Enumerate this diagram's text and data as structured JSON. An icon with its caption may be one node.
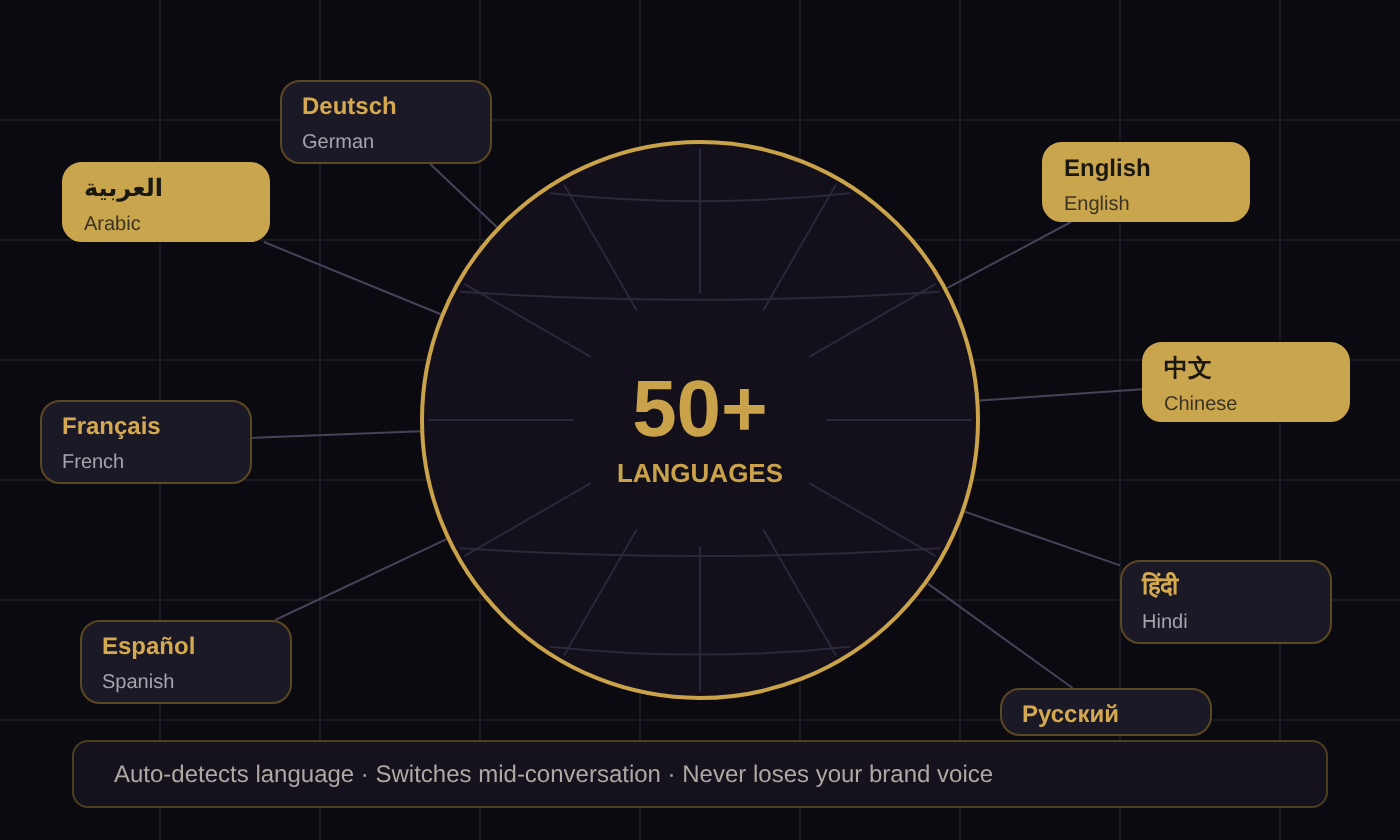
{
  "diagram": {
    "nodes": [
      {
        "text": [
          "50+",
          "LANGUAGES"
        ]
      },
      {
        "text": [
          "Deutsch",
          "German"
        ]
      },
      {
        "text": [
          "English",
          "English"
        ]
      },
      {
        "text": [
          "العربية",
          "Arabic"
        ]
      },
      {
        "text": [
          "中文",
          "Chinese"
        ]
      },
      {
        "text": [
          "Français",
          "French"
        ]
      },
      {
        "text": [
          "हिंदी",
          "Hindi"
        ]
      },
      {
        "text": [
          "Español",
          "Spanish"
        ]
      },
      {
        "text": [
          "Русский"
        ]
      },
      {
        "text": [
          "Auto-detects language · Switches mid-conversation · Never loses your brand voice"
        ]
      }
    ],
    "edges": [
      {
        "from": 0,
        "to": 1,
        "arrow": "none"
      },
      {
        "from": 0,
        "to": 2,
        "arrow": "none"
      },
      {
        "from": 0,
        "to": 3,
        "arrow": "none"
      },
      {
        "from": 0,
        "to": 4,
        "arrow": "none"
      },
      {
        "from": 0,
        "to": 5,
        "arrow": "none"
      },
      {
        "from": 0,
        "to": 6,
        "arrow": "none"
      },
      {
        "from": 0,
        "to": 7,
        "arrow": "none"
      },
      {
        "from": 0,
        "to": 8,
        "arrow": "none"
      }
    ]
  }
}
